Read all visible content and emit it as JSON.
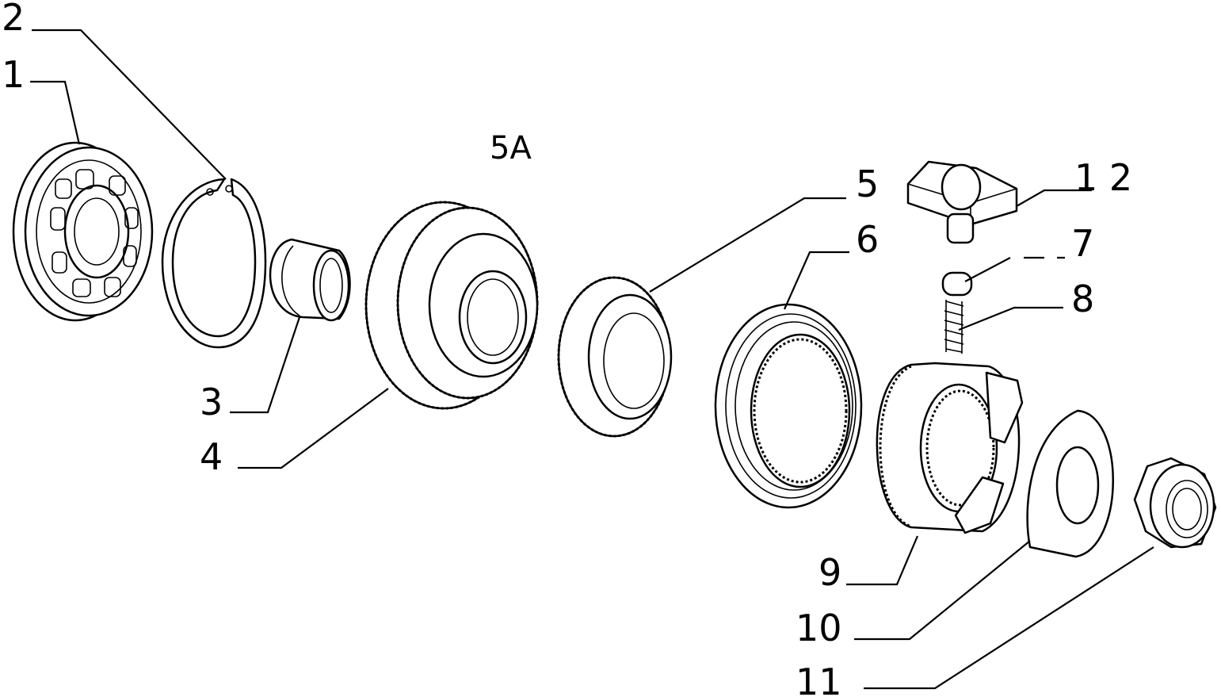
{
  "callouts": {
    "c1": "1",
    "c2": "2",
    "c3": "3",
    "c4": "4",
    "c5": "5",
    "c5a": "5A",
    "c6": "6",
    "c7": "7",
    "c8": "8",
    "c9": "9",
    "c10": "10",
    "c11": "11",
    "c12": "1 2"
  },
  "parts": [
    "ball-bearing",
    "circlip",
    "bushing",
    "helical-gear",
    "synchro-ring",
    "sliding-sleeve",
    "detent-ball",
    "detent-spring",
    "synchro-hub",
    "thrust-washer",
    "hex-nut",
    "shift-key"
  ]
}
